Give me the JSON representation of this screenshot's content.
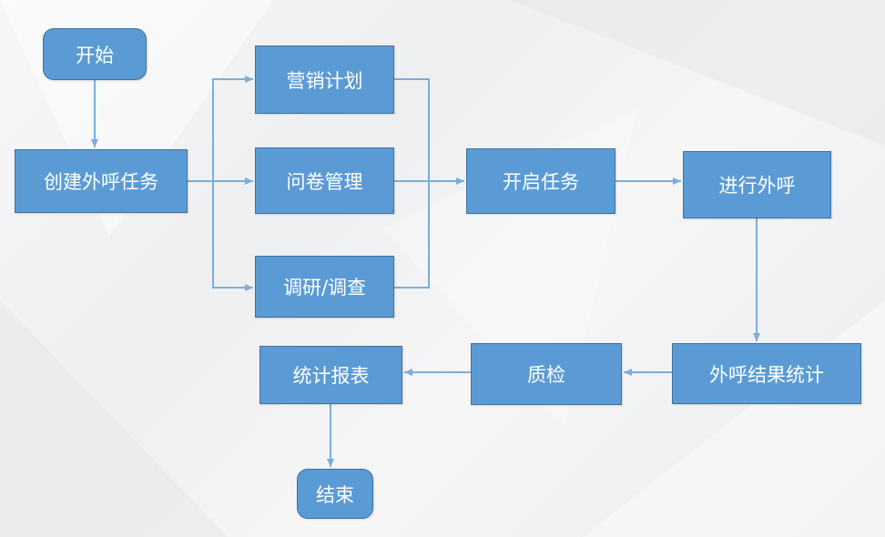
{
  "nodes": {
    "start": "开始",
    "create_task": "创建外呼任务",
    "marketing_plan": "营销计划",
    "questionnaire": "问卷管理",
    "research": "调研/调查",
    "start_task": "开启任务",
    "outbound_call": "进行外呼",
    "result_stats": "外呼结果统计",
    "quality_check": "质检",
    "report": "统计报表",
    "end": "结束"
  },
  "colors": {
    "node_fill": "#5b9bd5",
    "node_border": "#41719c",
    "arrow": "#7aaedc",
    "text": "#ffffff"
  }
}
